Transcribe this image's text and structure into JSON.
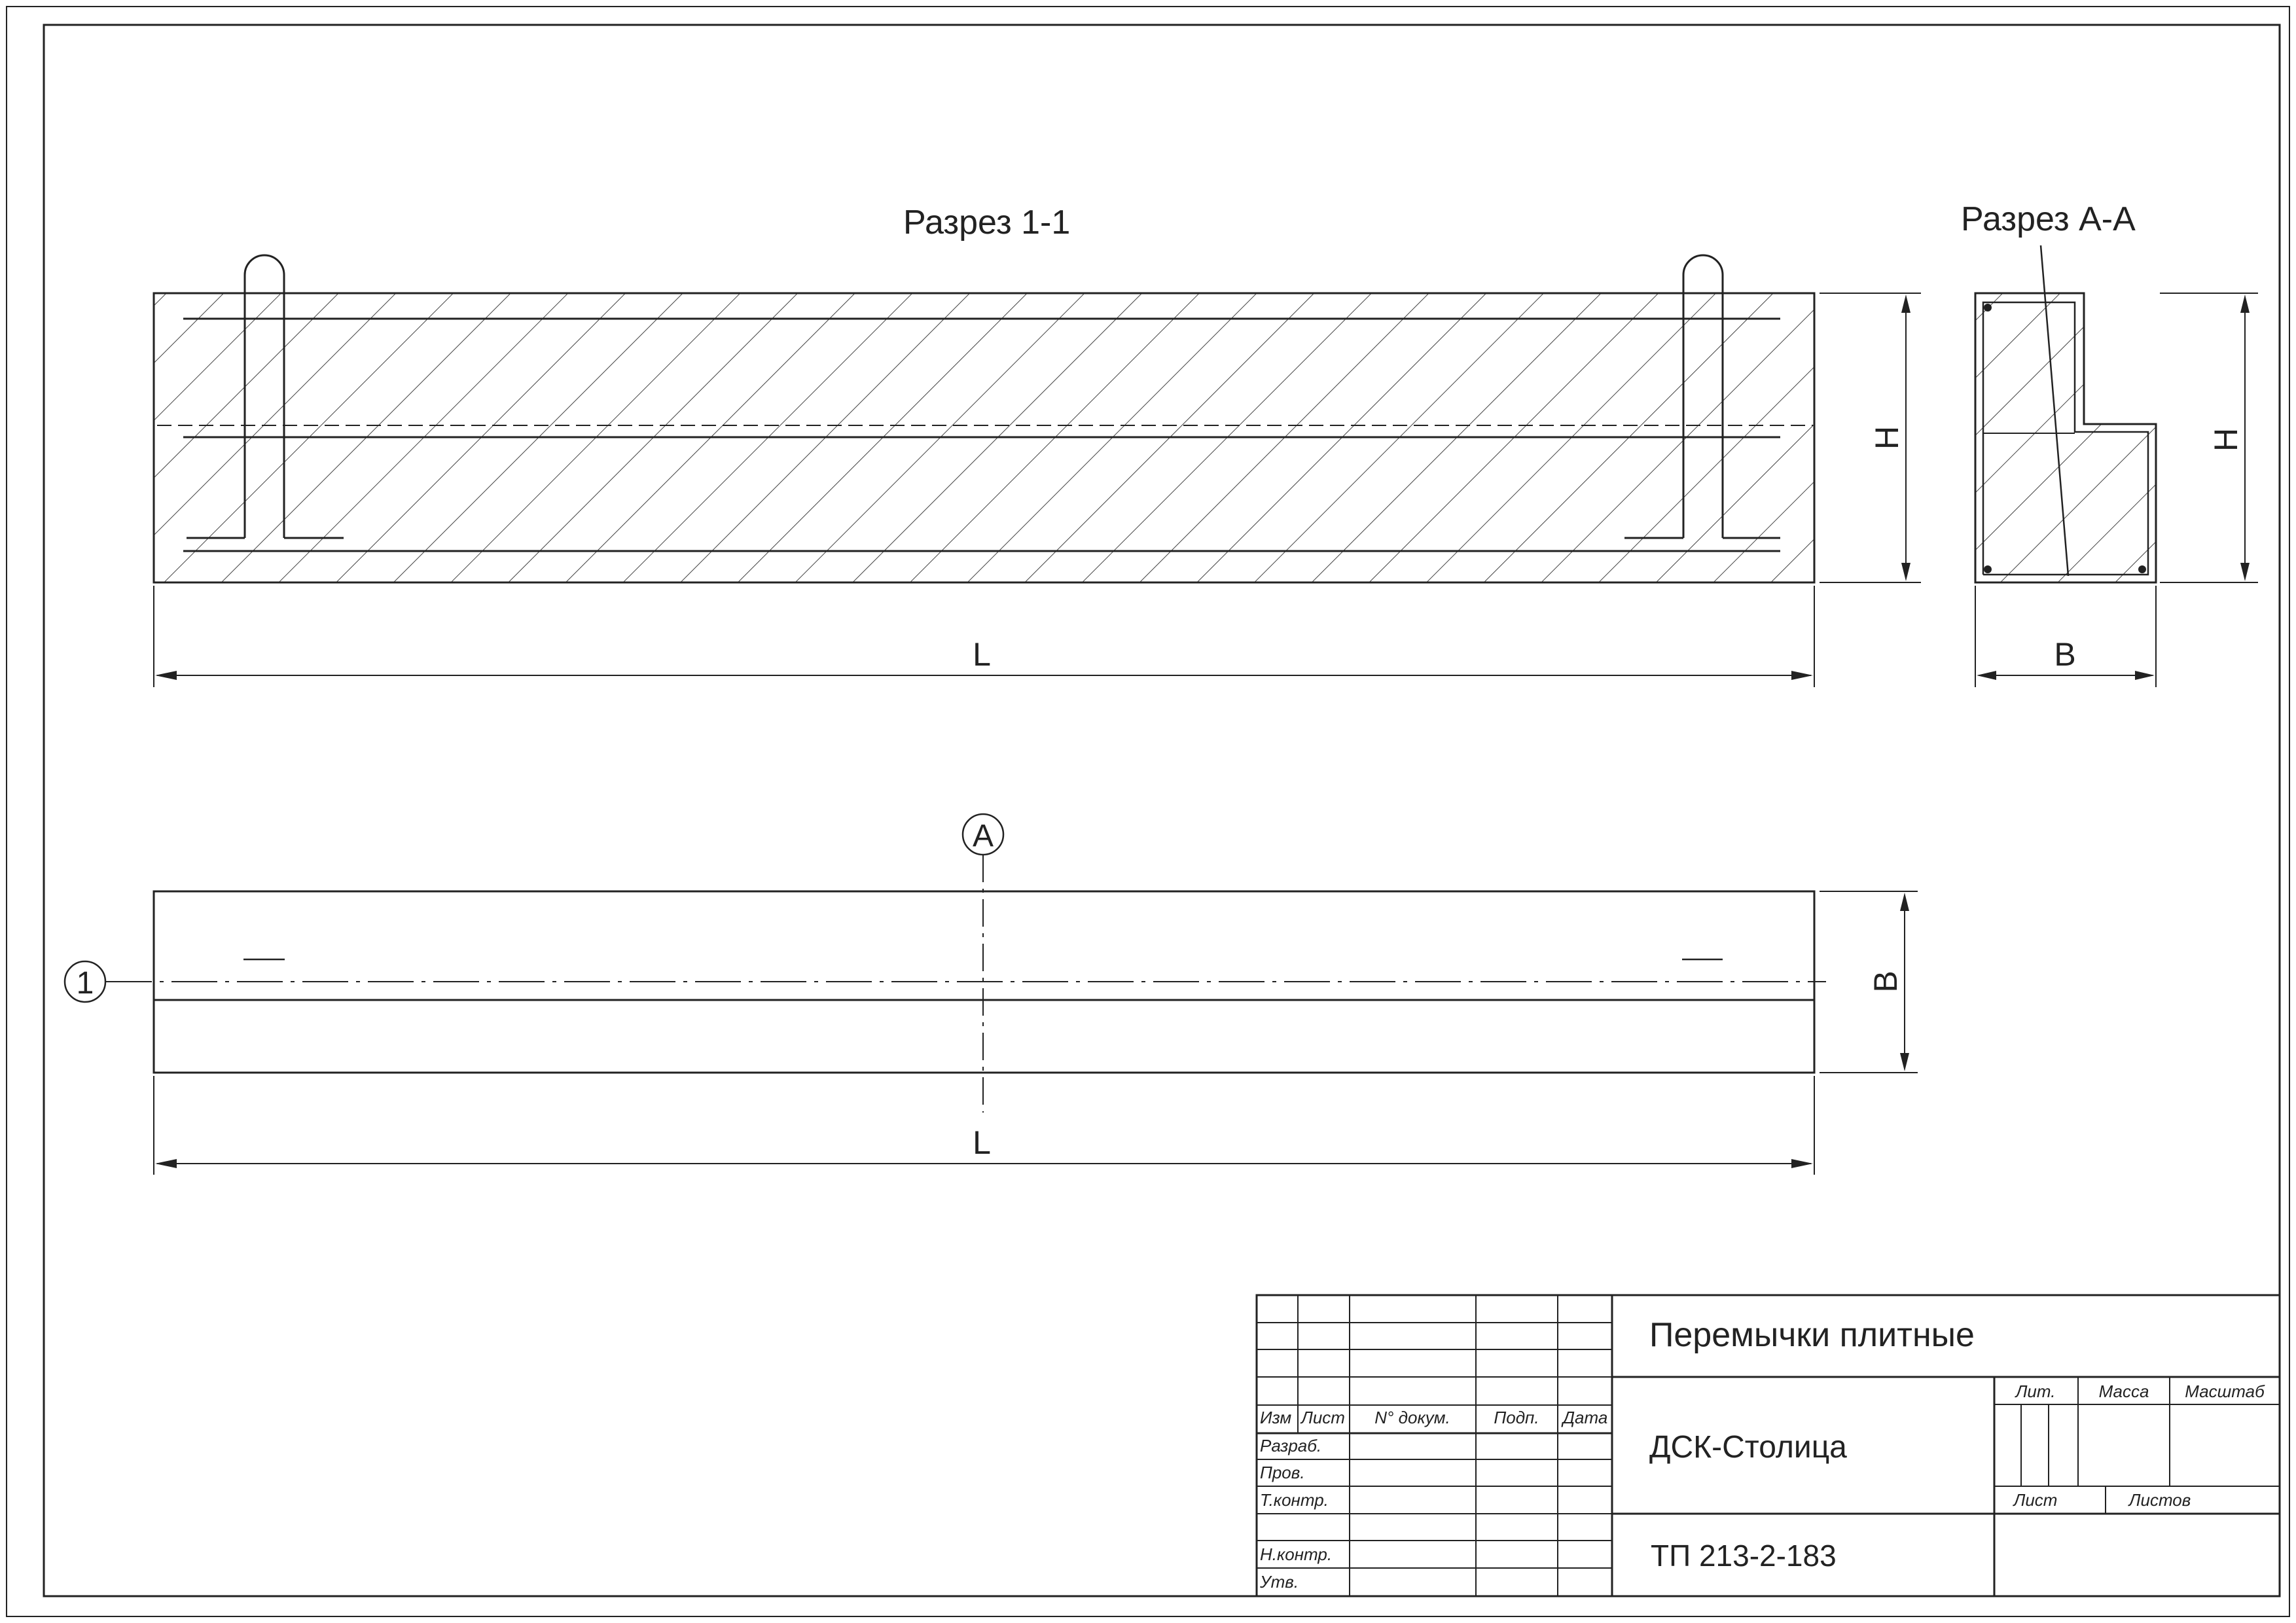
{
  "views": {
    "section_1_title": "Разрез 1-1",
    "section_a_title": "Разрез А-А",
    "dim_length": "L",
    "dim_height": "H",
    "dim_width": "B",
    "plan_marker_section": "1",
    "plan_marker_axis": "А"
  },
  "title_block": {
    "drawing_name": "Перемычки плитные",
    "organization": "ДСК-Столица",
    "document_code": "ТП 213-2-183",
    "columns": {
      "izm": "Изм",
      "list": "Лист",
      "doc_no": "N° докум.",
      "sign": "Подп.",
      "date": "Дата"
    },
    "rows": {
      "developed": "Разраб.",
      "checked": "Пров.",
      "tech_control": "Т.контр.",
      "norm_control": "Н.контр.",
      "approved": "Утв."
    },
    "headers": {
      "lit": "Лит.",
      "mass": "Масса",
      "scale": "Масштаб",
      "sheet": "Лист",
      "sheets": "Листов"
    }
  },
  "colors": {
    "line": "#222222",
    "background": "#ffffff"
  }
}
